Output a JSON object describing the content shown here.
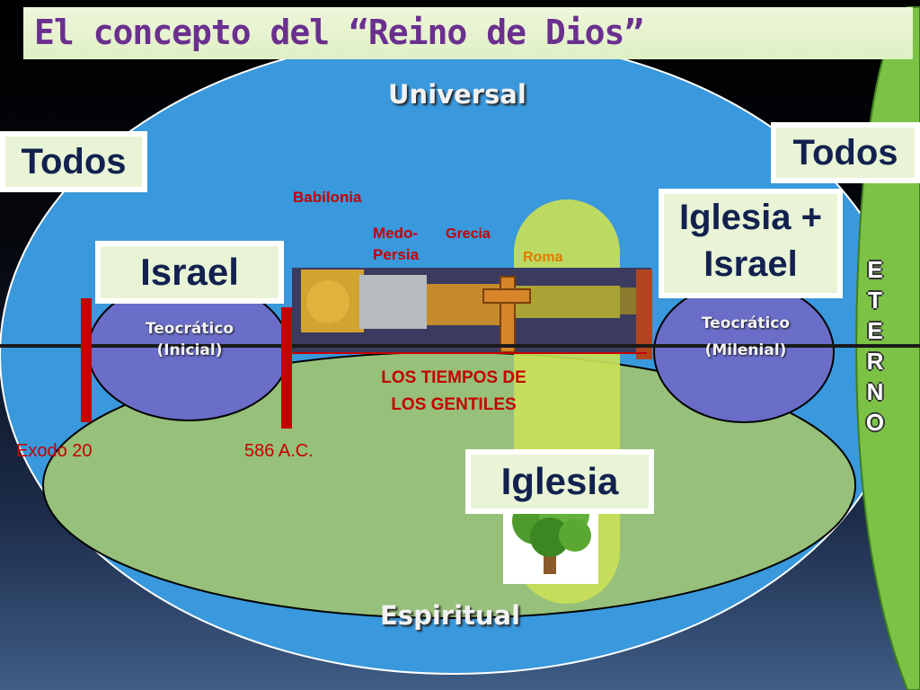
{
  "title": "El concepto del “Reino de Dios”",
  "labels": {
    "universal": "Universal",
    "espiritual": "Espiritual",
    "todos_left": "Todos",
    "todos_right": "Todos",
    "israel": "Israel",
    "iglesia_israel_line1": "Iglesia +",
    "iglesia_israel_line2": "Israel",
    "iglesia": "Iglesia",
    "teocratico_inicial_1": "Teocrático",
    "teocratico_inicial_2": "(Inicial)",
    "teocratico_milenial_1": "Teocrático",
    "teocratico_milenial_2": "(Milenial)",
    "babilonia": "Babilonia",
    "medo_persia_1": "Medo-",
    "medo_persia_2": "Persia",
    "grecia": "Grecia",
    "roma": "Roma",
    "tiempos_1": "LOS TIEMPOS DE",
    "tiempos_2": "LOS GENTILES",
    "exodo": "Exodo 20",
    "ac586": "586 A.C."
  },
  "eterno_letters": [
    "E",
    "T",
    "E",
    "R",
    "N",
    "O"
  ],
  "colors": {
    "universe": "#3a98dc",
    "spiritual": "#97c07a",
    "kingdom": "#6a6ec8",
    "church_band": "#c8df57",
    "eternal": "#7cc245",
    "title_bg": "#e2f1c8",
    "title_text": "#6b2f8f",
    "marker_red": "#c40000"
  }
}
